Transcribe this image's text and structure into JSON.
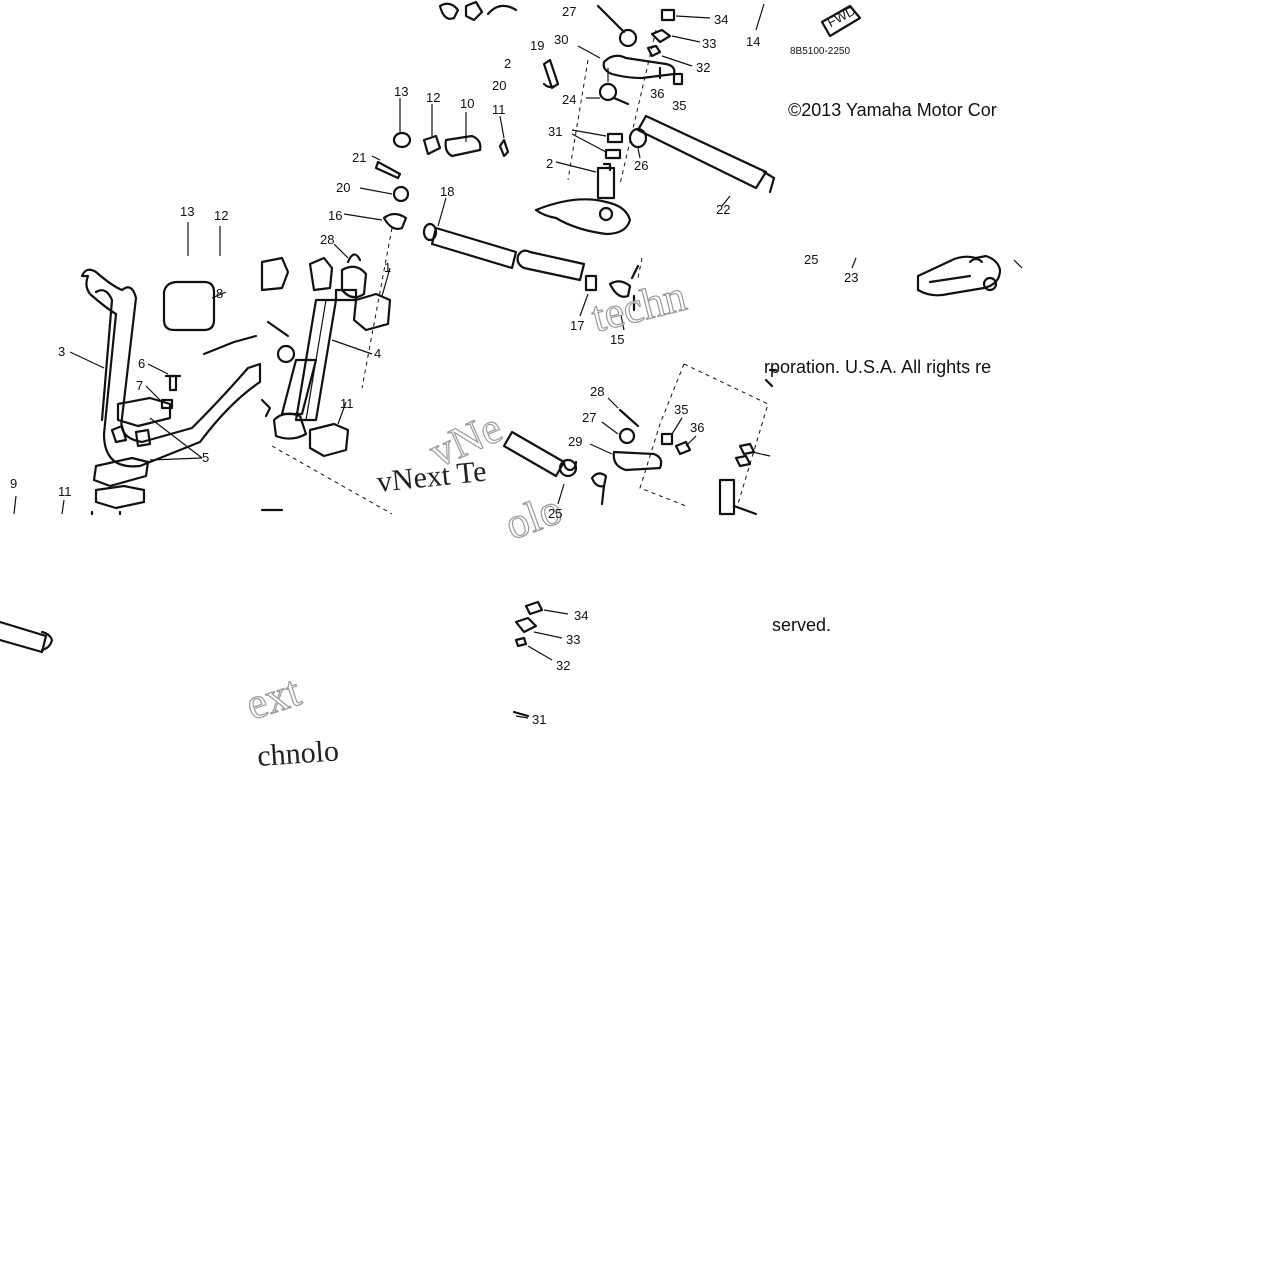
{
  "diagram": {
    "drawing_code": "8B5100-2250",
    "copyright_lines": [
      "©2013 Yamaha Motor Cor",
      "rporation. U.S.A. All rights re",
      "served."
    ],
    "fwd_label": "FWD",
    "watermarks": [
      "vNext Te",
      "chnolo",
      "ext",
      "techn",
      "vNe",
      "olo"
    ],
    "callouts": {
      "p1_27": "27",
      "p1_34": "34",
      "p1_14": "14",
      "p1_19": "19",
      "p1_30": "30",
      "p1_33": "33",
      "p1_32": "32",
      "p1_2b": "2",
      "p1_20b": "20",
      "p1_36": "36",
      "p1_35": "35",
      "p1_24": "24",
      "p1_31": "31",
      "p1_26": "26",
      "p1_2": "2",
      "p1_22": "22",
      "p2_13": "13",
      "p2_12": "12",
      "p2_10": "10",
      "p2_11": "11",
      "p2_21": "21",
      "p2_20": "20",
      "p2_16": "16",
      "p2_18": "18",
      "p2_28": "28",
      "p2_1": "1",
      "p2_4": "4",
      "p2_11b": "11",
      "p2_17": "17",
      "p2_15": "15",
      "p3_13": "13",
      "p3_12": "12",
      "p3_8": "8",
      "p3_3": "3",
      "p3_6": "6",
      "p3_7": "7",
      "p3_5": "5",
      "p3_9": "9",
      "p3_11": "11",
      "p4_25": "25",
      "p4_23": "23",
      "p5_28": "28",
      "p5_27": "27",
      "p5_35": "35",
      "p5_36": "36",
      "p5_29": "29",
      "p5_25": "25",
      "p6_34": "34",
      "p6_33": "33",
      "p6_32": "32",
      "p6_31": "31"
    }
  }
}
